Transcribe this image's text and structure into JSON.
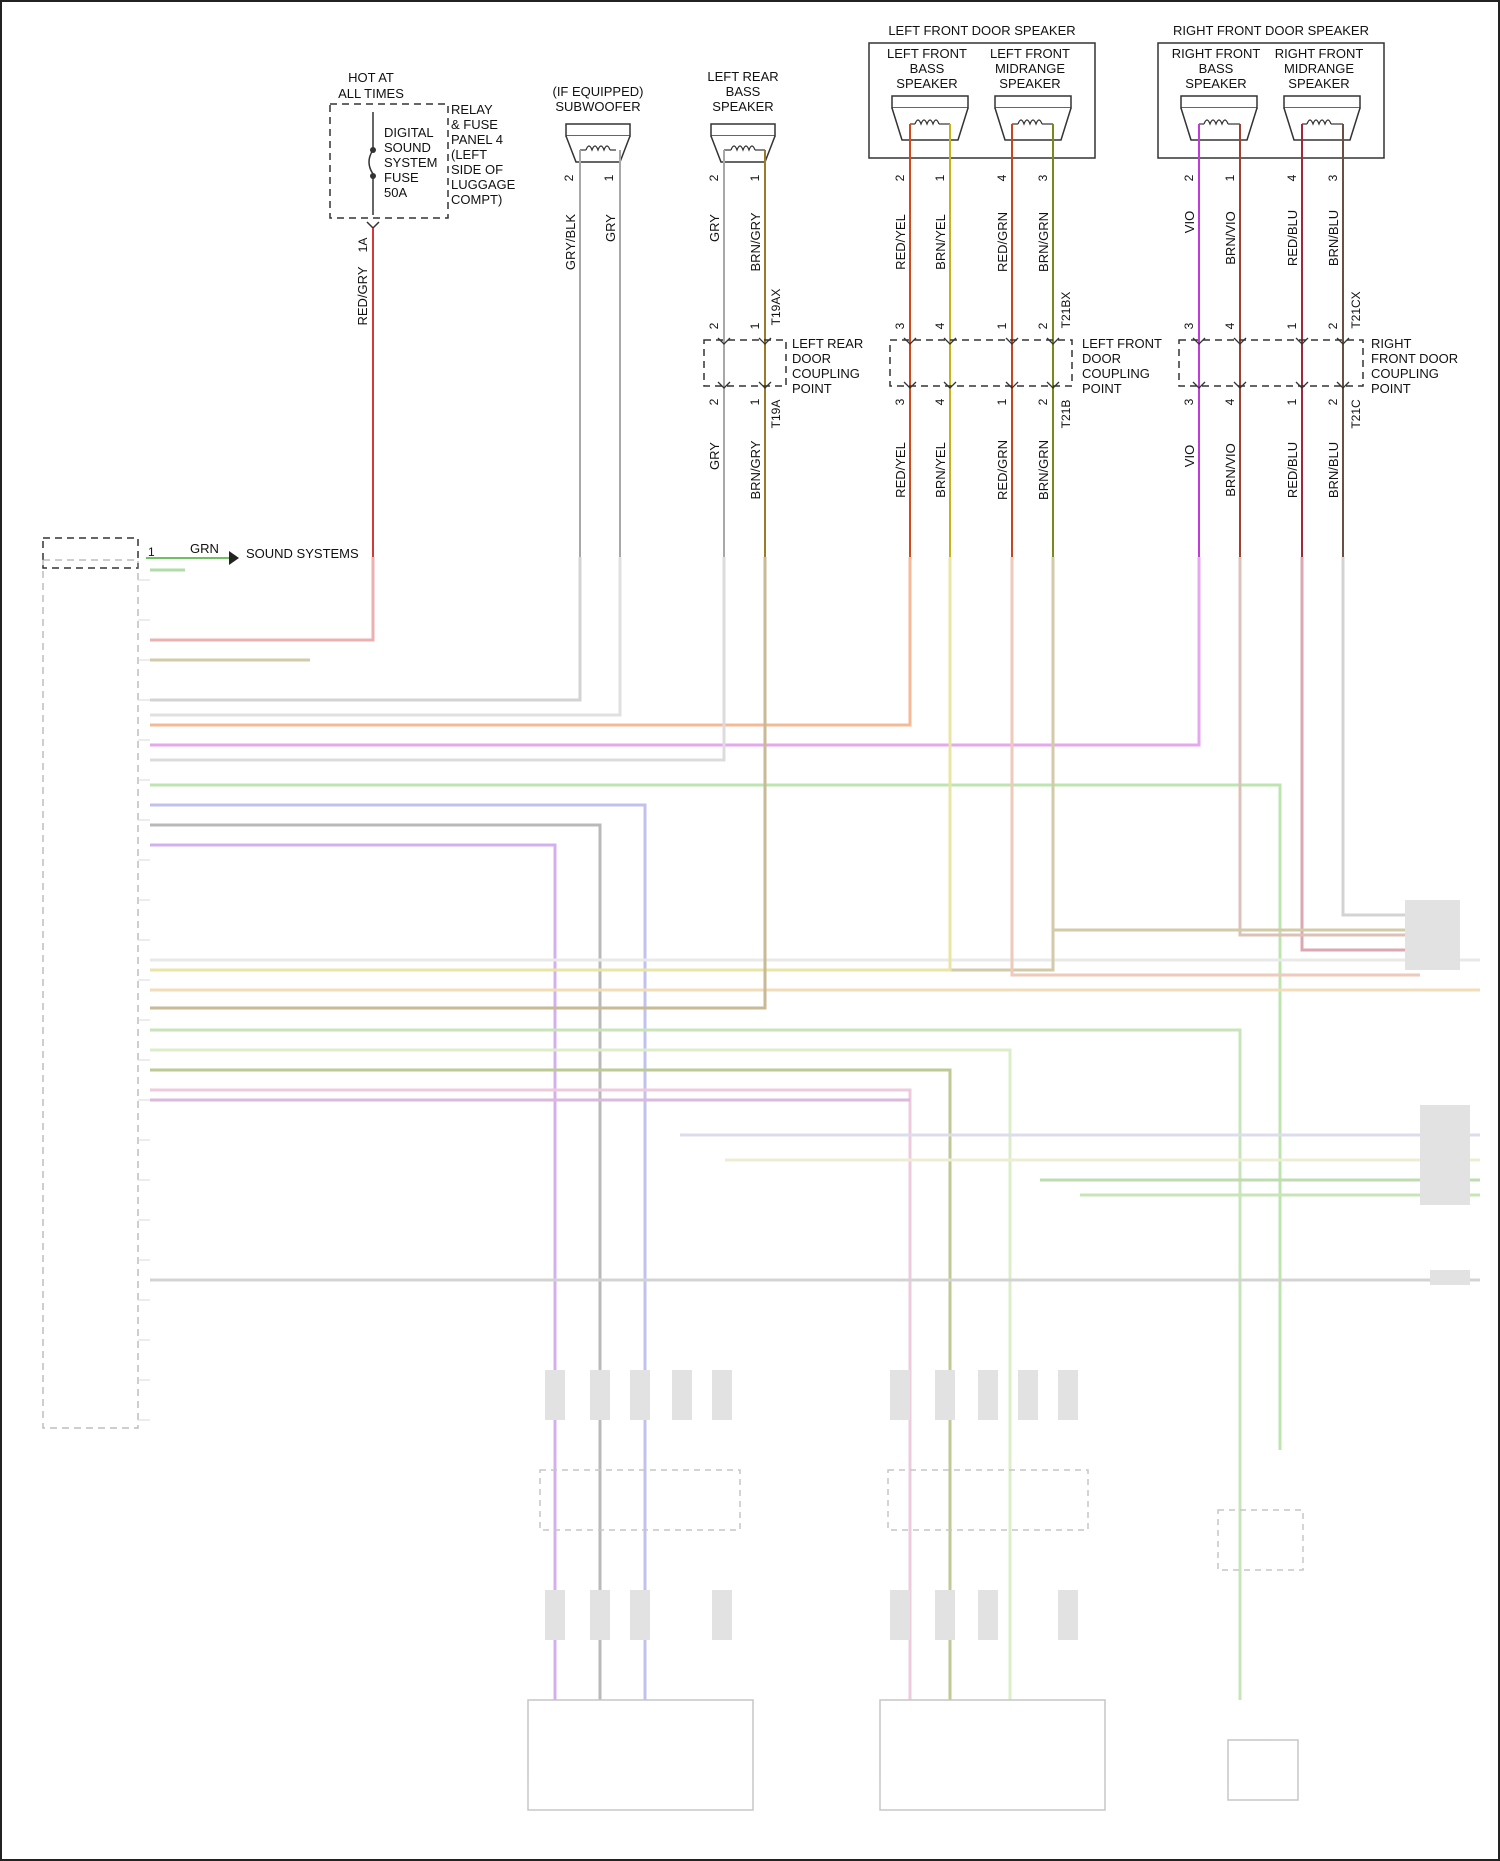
{
  "fuse": {
    "hot_line1": "HOT AT",
    "hot_line2": "ALL TIMES",
    "fuse_lines": [
      "DIGITAL",
      "SOUND",
      "SYSTEM",
      "FUSE",
      "50A"
    ],
    "panel_lines": [
      "RELAY",
      "& FUSE",
      "PANEL 4",
      "(LEFT",
      "SIDE OF",
      "LUGGAGE",
      "COMPT)"
    ],
    "pin": "1A",
    "wire": "RED/GRY"
  },
  "subwoofer": {
    "title_lines": [
      "(IF EQUIPPED)",
      "SUBWOOFER"
    ],
    "pins": [
      "2",
      "1"
    ],
    "wires": [
      "GRY/BLK",
      "GRY"
    ]
  },
  "left_rear": {
    "title_lines": [
      "LEFT REAR",
      "BASS",
      "SPEAKER"
    ],
    "pins": [
      "2",
      "1"
    ],
    "wires_top": [
      "GRY",
      "BRN/GRY"
    ],
    "wires_bottom": [
      "GRY",
      "BRN/GRY"
    ],
    "conn_top": "T19AX",
    "conn_bottom": "T19A",
    "coupling_lines": [
      "LEFT REAR",
      "DOOR",
      "COUPLING",
      "POINT"
    ]
  },
  "left_front": {
    "group_title": "LEFT FRONT DOOR SPEAKER",
    "bass_lines": [
      "LEFT FRONT",
      "BASS",
      "SPEAKER"
    ],
    "mid_lines": [
      "LEFT FRONT",
      "MIDRANGE",
      "SPEAKER"
    ],
    "pins_top": [
      "2",
      "1",
      "4",
      "3"
    ],
    "pins_cp": [
      "3",
      "4",
      "1",
      "2"
    ],
    "wires_top": [
      "RED/YEL",
      "BRN/YEL",
      "RED/GRN",
      "BRN/GRN"
    ],
    "wires_bottom": [
      "RED/YEL",
      "BRN/YEL",
      "RED/GRN",
      "BRN/GRN"
    ],
    "conn_top": "T21BX",
    "conn_bottom": "T21B",
    "coupling_lines": [
      "LEFT FRONT",
      "DOOR",
      "COUPLING",
      "POINT"
    ]
  },
  "right_front": {
    "group_title": "RIGHT FRONT DOOR SPEAKER",
    "bass_lines": [
      "RIGHT FRONT",
      "BASS",
      "SPEAKER"
    ],
    "mid_lines": [
      "RIGHT FRONT",
      "MIDRANGE",
      "SPEAKER"
    ],
    "pins_top": [
      "2",
      "1",
      "4",
      "3"
    ],
    "pins_cp": [
      "3",
      "4",
      "1",
      "2"
    ],
    "wires_top": [
      "VIO",
      "BRN/VIO",
      "RED/BLU",
      "BRN/BLU"
    ],
    "wires_bottom": [
      "VIO",
      "BRN/VIO",
      "RED/BLU",
      "BRN/BLU"
    ],
    "conn_top": "T21CX",
    "conn_bottom": "T21C",
    "coupling_lines": [
      "RIGHT",
      "FRONT DOOR",
      "COUPLING",
      "POINT"
    ]
  },
  "module": {
    "pin1": "1",
    "pin1_wire": "GRN",
    "pin1_dest": "SOUND SYSTEMS"
  },
  "colors": {
    "red_gry": "#d23a3a",
    "gry": "#a8a8a8",
    "brn_gry": "#9a7b2a",
    "red_yel": "#d24a1a",
    "brn_yel": "#c7b21a",
    "red_grn": "#c8461e",
    "brn_grn": "#7a8a1a",
    "vio": "#c23ad8",
    "brn_vio": "#a04030",
    "red_blu": "#a0283c",
    "brn_blu": "#6a5040",
    "grn": "#6ec060"
  }
}
